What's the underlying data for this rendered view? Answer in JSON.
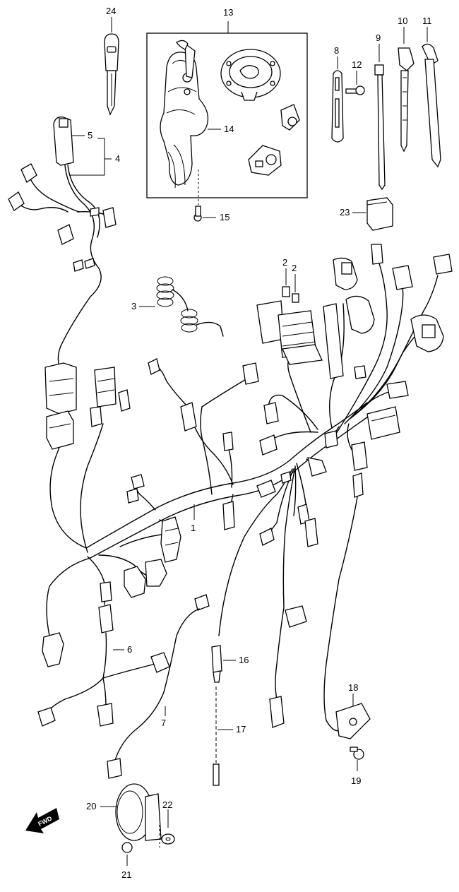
{
  "callouts": {
    "c1": "1",
    "c2a": "2",
    "c2b": "2",
    "c3": "3",
    "c4": "4",
    "c5": "5",
    "c6": "6",
    "c7": "7",
    "c8": "8",
    "c9": "9",
    "c10": "10",
    "c11": "11",
    "c12": "12",
    "c13": "13",
    "c14": "14",
    "c15": "15",
    "c16": "16",
    "c17": "17",
    "c18": "18",
    "c19": "19",
    "c20": "20",
    "c21": "21",
    "c22": "22",
    "c23": "23",
    "c24": "24"
  },
  "fwd_label": "FWD"
}
